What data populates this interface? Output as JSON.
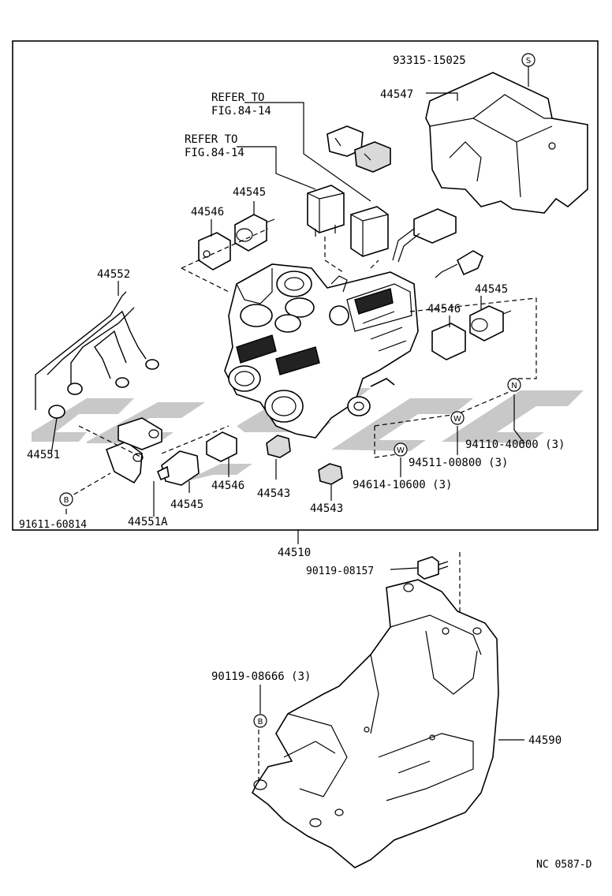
{
  "labels": {
    "p93315": "93315-15025",
    "p44547": "44547",
    "refer1_l1": "REFER TO",
    "refer1_l2": "FIG.84-14",
    "refer2_l1": "REFER TO",
    "refer2_l2": "FIG.84-14",
    "p44545_a": "44545",
    "p44546_a": "44546",
    "p44552": "44552",
    "p44545_b": "44545",
    "p44546_b": "44546",
    "p44551": "44551",
    "p94110": "94110-40600 (3)",
    "p94511": "94511-00800 (3)",
    "p94614": "94614-10600 (3)",
    "p44546_c": "44546",
    "p44543_a": "44543",
    "p44543_b": "44543",
    "p44545_c": "44545",
    "p44551A": "44551A",
    "p91611": "91611-60814",
    "p44510": "44510",
    "p90119_08157": "90119-08157",
    "p90119_08666": "90119-08666 (3)",
    "p44590": "44590",
    "code": "NC 0587-D"
  },
  "symbols": {
    "s": "S",
    "n": "N",
    "w1": "W",
    "w2": "W",
    "b1": "B",
    "b2": "B"
  }
}
